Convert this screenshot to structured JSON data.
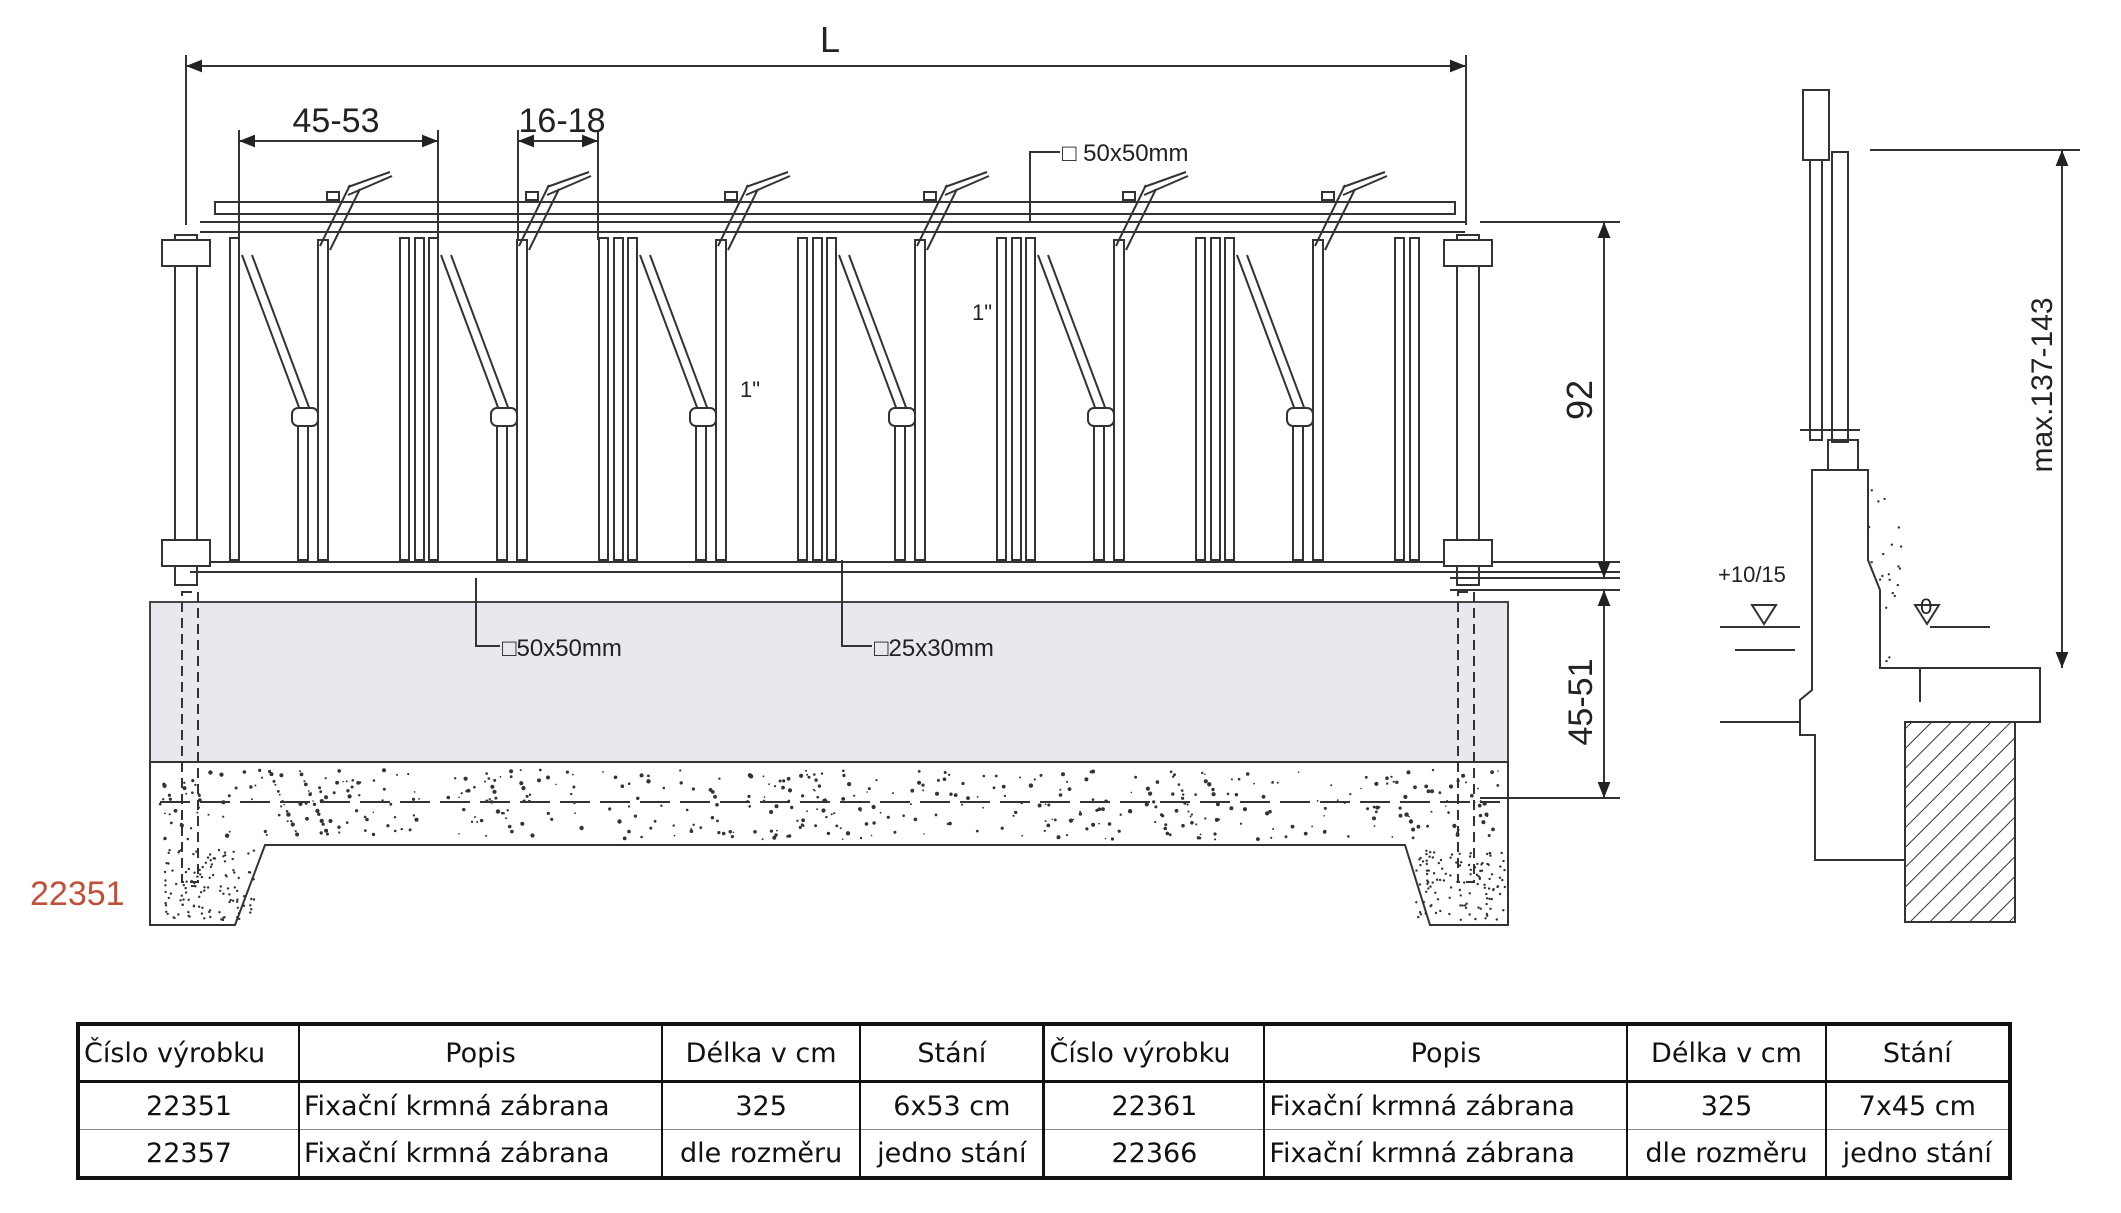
{
  "drawing": {
    "front": {
      "total_length_label": "L",
      "stall_width_label": "45-53",
      "gap_label": "16-18",
      "top_profile_label": "□ 50x50mm",
      "pipe_label_right": "1\"",
      "pipe_label_left": "1\"",
      "bottom_profile_label": "□50x50mm",
      "bar_profile_label": "□25x30mm",
      "height_label": "92",
      "base_height_label": "45-51"
    },
    "side": {
      "step_label": "+10/15",
      "zero_label": "0",
      "max_height_label": "max.137-143"
    },
    "product_code": "22351"
  },
  "table": {
    "headers": [
      "Číslo výrobku",
      "Popis",
      "Délka  v cm",
      "Stání",
      "Číslo výrobku",
      "Popis",
      "Délka  v cm",
      "Stání"
    ],
    "rows": [
      [
        "22351",
        "Fixační krmná zábrana",
        "325",
        "6x53 cm",
        "22361",
        "Fixační krmná zábrana",
        "325",
        "7x45 cm"
      ],
      [
        "22357",
        "Fixační krmná zábrana",
        "dle rozměru",
        "jedno stání",
        "22366",
        "Fixační krmná zábrana",
        "dle rozměru",
        "jedno stání"
      ]
    ]
  },
  "colors": {
    "line": "#333333",
    "concrete_fill": "#e8e8ee",
    "code_text": "#c0503a"
  }
}
